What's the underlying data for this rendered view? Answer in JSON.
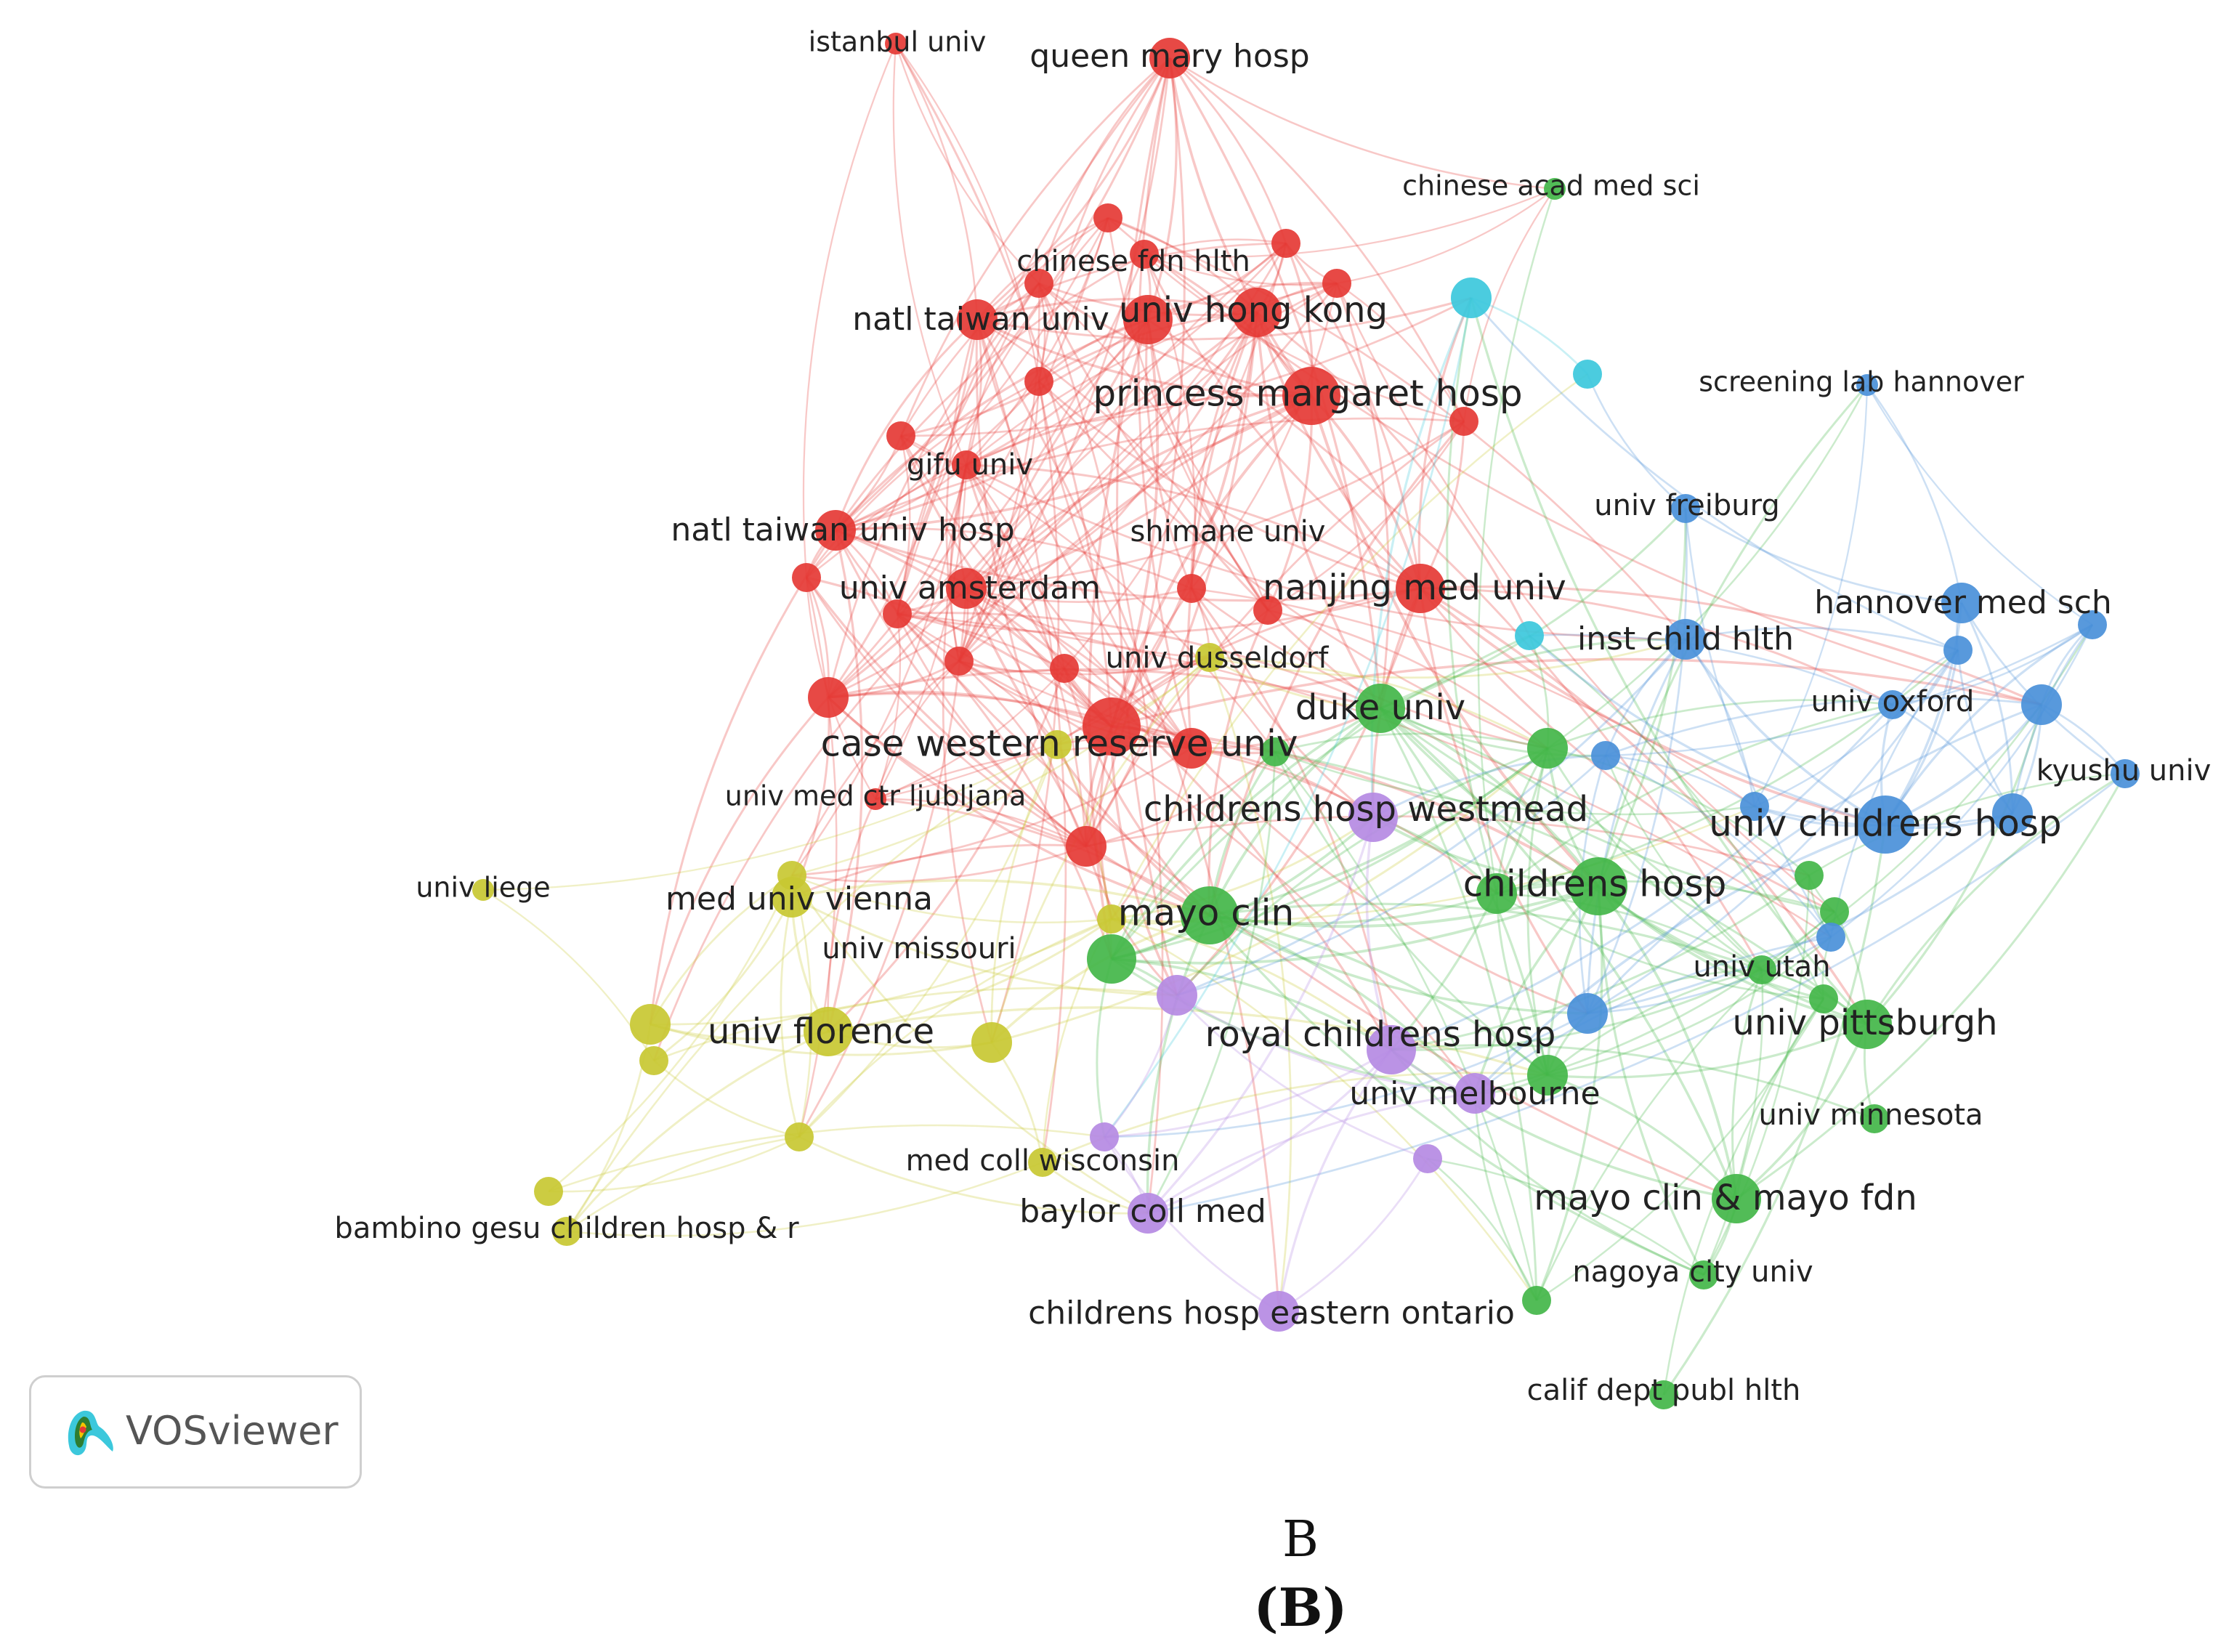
{
  "colors": {
    "red": "#e53935",
    "green": "#43b649",
    "blue": "#4a90d9",
    "yellow": "#c8c832",
    "purple": "#b58ae3",
    "cyan": "#3cc8dc"
  },
  "nodes": [
    {
      "id": "istanbul",
      "label": "istanbul univ",
      "cluster": "red",
      "weight": 1
    },
    {
      "id": "queenmary",
      "label": "queen mary hosp",
      "cluster": "red",
      "weight": 3
    },
    {
      "id": "chinesefdn",
      "label": "chinese fdn hlth",
      "cluster": "red",
      "weight": 2
    },
    {
      "id": "natltaiwan",
      "label": "natl taiwan univ",
      "cluster": "red",
      "weight": 3
    },
    {
      "id": "hongkong",
      "label": "univ hong kong",
      "cluster": "red",
      "weight": 4
    },
    {
      "id": "princess",
      "label": "princess margaret hosp",
      "cluster": "red",
      "weight": 5
    },
    {
      "id": "gifu",
      "label": "gifu univ",
      "cluster": "red",
      "weight": 2
    },
    {
      "id": "ntuh",
      "label": "natl taiwan univ hosp",
      "cluster": "red",
      "weight": 3
    },
    {
      "id": "shimane",
      "label": "shimane univ",
      "cluster": "red",
      "weight": 2
    },
    {
      "id": "amsterdam",
      "label": "univ amsterdam",
      "cluster": "red",
      "weight": 3
    },
    {
      "id": "nanjing",
      "label": "nanjing med univ",
      "cluster": "red",
      "weight": 4
    },
    {
      "id": "cwru",
      "label": "case western reserve univ",
      "cluster": "red",
      "weight": 5
    },
    {
      "id": "ljubljana",
      "label": "univ med ctr ljubljana",
      "cluster": "red",
      "weight": 1
    },
    {
      "id": "r1",
      "label": "",
      "cluster": "red",
      "weight": 2
    },
    {
      "id": "r2",
      "label": "",
      "cluster": "red",
      "weight": 2
    },
    {
      "id": "r3",
      "label": "",
      "cluster": "red",
      "weight": 2
    },
    {
      "id": "r4",
      "label": "",
      "cluster": "red",
      "weight": 2
    },
    {
      "id": "r5",
      "label": "",
      "cluster": "red",
      "weight": 2
    },
    {
      "id": "r6",
      "label": "",
      "cluster": "red",
      "weight": 4
    },
    {
      "id": "r7",
      "label": "",
      "cluster": "red",
      "weight": 2
    },
    {
      "id": "r8",
      "label": "",
      "cluster": "red",
      "weight": 2
    },
    {
      "id": "r9",
      "label": "",
      "cluster": "red",
      "weight": 2
    },
    {
      "id": "r10",
      "label": "",
      "cluster": "red",
      "weight": 2
    },
    {
      "id": "r11",
      "label": "",
      "cluster": "red",
      "weight": 2
    },
    {
      "id": "r12",
      "label": "",
      "cluster": "red",
      "weight": 2
    },
    {
      "id": "r13",
      "label": "",
      "cluster": "red",
      "weight": 3
    },
    {
      "id": "r14",
      "label": "",
      "cluster": "red",
      "weight": 3
    },
    {
      "id": "r15",
      "label": "",
      "cluster": "red",
      "weight": 2
    },
    {
      "id": "r16",
      "label": "",
      "cluster": "red",
      "weight": 3
    },
    {
      "id": "dusseldorf",
      "label": "univ dusseldorf",
      "cluster": "yellow",
      "weight": 2
    },
    {
      "id": "liege",
      "label": "univ liege",
      "cluster": "yellow",
      "weight": 1
    },
    {
      "id": "vienna",
      "label": "med univ vienna",
      "cluster": "yellow",
      "weight": 3
    },
    {
      "id": "missouri",
      "label": "univ missouri",
      "cluster": "yellow",
      "weight": 2
    },
    {
      "id": "florence",
      "label": "univ florence",
      "cluster": "yellow",
      "weight": 4
    },
    {
      "id": "bambino",
      "label": "bambino gesu children hosp & r",
      "cluster": "yellow",
      "weight": 2
    },
    {
      "id": "medcollwisc",
      "label": "med coll wisconsin",
      "cluster": "yellow",
      "weight": 2
    },
    {
      "id": "y1",
      "label": "",
      "cluster": "yellow",
      "weight": 2
    },
    {
      "id": "y2",
      "label": "",
      "cluster": "yellow",
      "weight": 3
    },
    {
      "id": "y3",
      "label": "",
      "cluster": "yellow",
      "weight": 2
    },
    {
      "id": "y4",
      "label": "",
      "cluster": "yellow",
      "weight": 2
    },
    {
      "id": "y5",
      "label": "",
      "cluster": "yellow",
      "weight": 3
    },
    {
      "id": "y6",
      "label": "",
      "cluster": "yellow",
      "weight": 2
    },
    {
      "id": "y7",
      "label": "",
      "cluster": "yellow",
      "weight": 2
    },
    {
      "id": "chineseacad",
      "label": "chinese acad med sci",
      "cluster": "green",
      "weight": 1
    },
    {
      "id": "duke",
      "label": "duke univ",
      "cluster": "green",
      "weight": 4
    },
    {
      "id": "childrenshosp",
      "label": "childrens hosp",
      "cluster": "green",
      "weight": 5
    },
    {
      "id": "mayoclin",
      "label": "mayo clin",
      "cluster": "green",
      "weight": 5
    },
    {
      "id": "utah",
      "label": "univ utah",
      "cluster": "green",
      "weight": 2
    },
    {
      "id": "pittsburgh",
      "label": "univ pittsburgh",
      "cluster": "green",
      "weight": 4
    },
    {
      "id": "minnesota",
      "label": "univ minnesota",
      "cluster": "green",
      "weight": 2
    },
    {
      "id": "mayofdn",
      "label": "mayo clin & mayo fdn",
      "cluster": "green",
      "weight": 4
    },
    {
      "id": "nagoya",
      "label": "nagoya city univ",
      "cluster": "green",
      "weight": 2
    },
    {
      "id": "calif",
      "label": "calif dept publ hlth",
      "cluster": "green",
      "weight": 2
    },
    {
      "id": "g1",
      "label": "",
      "cluster": "green",
      "weight": 4
    },
    {
      "id": "g2",
      "label": "",
      "cluster": "green",
      "weight": 3
    },
    {
      "id": "g3",
      "label": "",
      "cluster": "green",
      "weight": 2
    },
    {
      "id": "g4",
      "label": "",
      "cluster": "green",
      "weight": 3
    },
    {
      "id": "g5",
      "label": "",
      "cluster": "green",
      "weight": 3
    },
    {
      "id": "g6",
      "label": "",
      "cluster": "green",
      "weight": 2
    },
    {
      "id": "g7",
      "label": "",
      "cluster": "green",
      "weight": 2
    },
    {
      "id": "g8",
      "label": "",
      "cluster": "green",
      "weight": 2
    },
    {
      "id": "g9",
      "label": "",
      "cluster": "green",
      "weight": 2
    },
    {
      "id": "screening",
      "label": "screening lab hannover",
      "cluster": "blue",
      "weight": 1
    },
    {
      "id": "freiburg",
      "label": "univ freiburg",
      "cluster": "blue",
      "weight": 2
    },
    {
      "id": "hannover",
      "label": "hannover med sch",
      "cluster": "blue",
      "weight": 3
    },
    {
      "id": "instchild",
      "label": "inst child hlth",
      "cluster": "blue",
      "weight": 3
    },
    {
      "id": "oxford",
      "label": "univ oxford",
      "cluster": "blue",
      "weight": 2
    },
    {
      "id": "kyushu",
      "label": "kyushu univ",
      "cluster": "blue",
      "weight": 2
    },
    {
      "id": "univchildrens",
      "label": "univ childrens hosp",
      "cluster": "blue",
      "weight": 5
    },
    {
      "id": "b1",
      "label": "",
      "cluster": "blue",
      "weight": 2
    },
    {
      "id": "b2",
      "label": "",
      "cluster": "blue",
      "weight": 2
    },
    {
      "id": "b3",
      "label": "",
      "cluster": "blue",
      "weight": 3
    },
    {
      "id": "b4",
      "label": "",
      "cluster": "blue",
      "weight": 2
    },
    {
      "id": "b5",
      "label": "",
      "cluster": "blue",
      "weight": 2
    },
    {
      "id": "b6",
      "label": "",
      "cluster": "blue",
      "weight": 3
    },
    {
      "id": "b7",
      "label": "",
      "cluster": "blue",
      "weight": 3
    },
    {
      "id": "b8",
      "label": "",
      "cluster": "blue",
      "weight": 2
    },
    {
      "id": "c1",
      "label": "",
      "cluster": "cyan",
      "weight": 3
    },
    {
      "id": "c2",
      "label": "",
      "cluster": "cyan",
      "weight": 2
    },
    {
      "id": "c3",
      "label": "",
      "cluster": "cyan",
      "weight": 2
    },
    {
      "id": "westmead",
      "label": "childrens hosp westmead",
      "cluster": "purple",
      "weight": 4
    },
    {
      "id": "royal",
      "label": "royal childrens hosp",
      "cluster": "purple",
      "weight": 4
    },
    {
      "id": "melbourne",
      "label": "univ melbourne",
      "cluster": "purple",
      "weight": 3
    },
    {
      "id": "baylor",
      "label": "baylor coll med",
      "cluster": "purple",
      "weight": 3
    },
    {
      "id": "ontario",
      "label": "childrens hosp eastern ontario",
      "cluster": "purple",
      "weight": 3
    },
    {
      "id": "p1",
      "label": "",
      "cluster": "purple",
      "weight": 3
    },
    {
      "id": "p2",
      "label": "",
      "cluster": "purple",
      "weight": 2
    },
    {
      "id": "p3",
      "label": "",
      "cluster": "purple",
      "weight": 2
    }
  ],
  "badge": {
    "name": "VOSviewer",
    "icon": "vosviewer-logo-icon"
  },
  "caption": {
    "plain": "B",
    "bold": "(B)"
  }
}
